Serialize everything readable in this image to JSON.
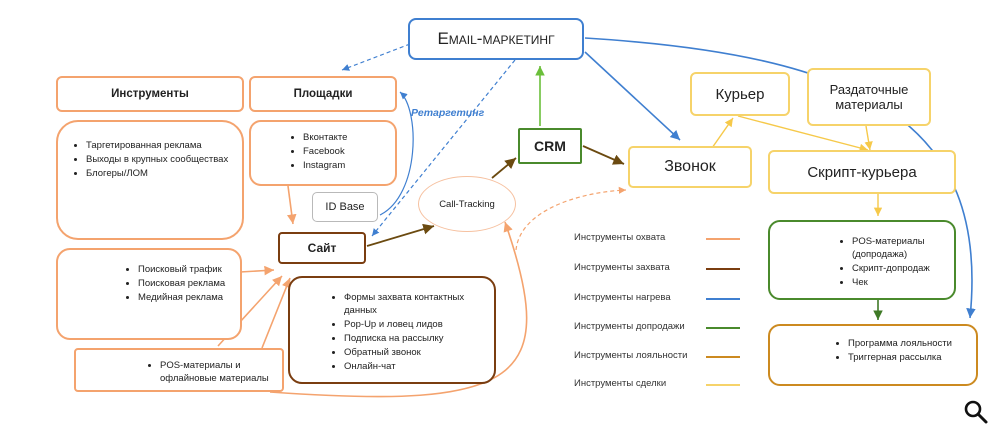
{
  "nodes": {
    "email": "Email-маркетинг",
    "tools": "Инструменты",
    "platforms": "Площадки",
    "retargeting": "Ретаргетинг",
    "crm": "CRM",
    "call": "Звонок",
    "courier": "Курьер",
    "handouts": "Раздаточные материалы",
    "courier_script": "Скрипт-курьера",
    "site": "Сайт",
    "id_base": "ID Base",
    "call_tracking": "Call-Tracking"
  },
  "lists": {
    "targeted": [
      "Таргетированная реклама",
      "Выходы в крупных сообществах",
      "Блогеры/ЛОМ"
    ],
    "socials": [
      "Вконтакте",
      "Facebook",
      "Instagram"
    ],
    "search": [
      "Поисковый трафик",
      "Поисковая реклама",
      "Медийная реклама"
    ],
    "pos_offline": [
      "POS-материалы и офлайновые материалы"
    ],
    "capture_forms": [
      "Формы захвата контактных данных",
      "Pop-Up и ловец лидов",
      "Подписка на рассылку",
      "Обратный звонок",
      "Онлайн-чат"
    ],
    "upsell": [
      "POS-материалы (допродажа)",
      "Скрипт-допродаж",
      "Чек"
    ],
    "loyalty": [
      "Программа лояльности",
      "Триггерная рассылка"
    ]
  },
  "legend": [
    {
      "label": "Инструменты охвата",
      "color": "#f4a36e"
    },
    {
      "label": "Инструменты захвата",
      "color": "#7a3d10"
    },
    {
      "label": "Инструменты нагрева",
      "color": "#3f7fd0"
    },
    {
      "label": "Инструменты допродажи",
      "color": "#4a8a2c"
    },
    {
      "label": "Инструменты лояльности",
      "color": "#cc8a20"
    },
    {
      "label": "Инструменты сделки",
      "color": "#f6d36a"
    }
  ],
  "icons": {
    "search": "search-icon"
  }
}
